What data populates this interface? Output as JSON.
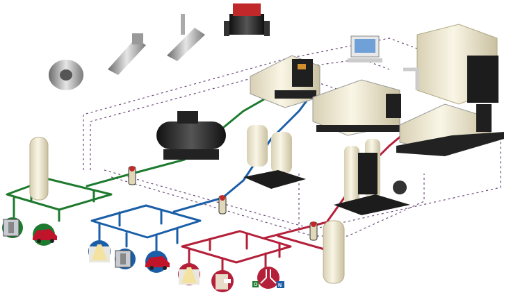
{
  "colors": {
    "green_line": "#1e7a2e",
    "blue_line": "#1a5ea8",
    "red_line": "#b4203a",
    "control_wire": "#6a4a7a",
    "equipment": "#efe8cf",
    "background": "#ffffff"
  },
  "icons": {
    "green_loop": [
      "press-icon",
      "car-icon"
    ],
    "blue_loop": [
      "flask-icon",
      "press-icon",
      "car-icon"
    ],
    "red_loop": [
      "flask-icon",
      "paper-icon",
      "gas-separation-icon"
    ]
  },
  "gas_icon": {
    "left_letter": "O",
    "right_letter": "N"
  },
  "equipment": [
    "nozzle",
    "nozzle",
    "spray-gun",
    "flow-meter",
    "monitor",
    "cooling-tower",
    "compressor",
    "compressor",
    "compressor",
    "horizontal-tank",
    "dryer",
    "dryer",
    "vertical-tank",
    "vertical-tank"
  ]
}
